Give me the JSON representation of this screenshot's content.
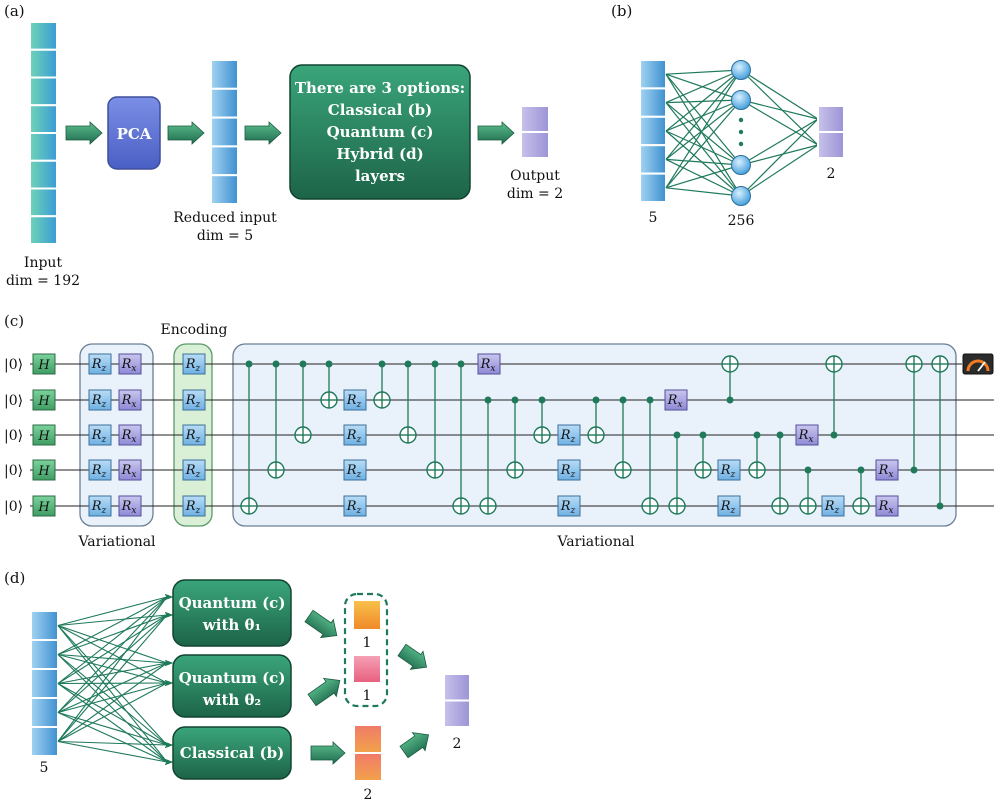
{
  "panel_a": {
    "tag": "(a)",
    "input_label_1": "Input",
    "input_label_2": "dim = 192",
    "pca_label": "PCA",
    "reduced_label_1": "Reduced input",
    "reduced_label_2": "dim = 5",
    "options_lines": [
      "There are 3 options:",
      "Classical (b)",
      "Quantum (c)",
      "Hybrid (d)",
      "layers"
    ],
    "output_label_1": "Output",
    "output_label_2": "dim = 2"
  },
  "panel_b": {
    "tag": "(b)",
    "input_size": "5",
    "hidden_size": "256",
    "output_size": "2"
  },
  "panel_c": {
    "tag": "(c)",
    "ket": "|0⟩",
    "h_gate": "H",
    "rz_gate": "Rz",
    "rx_gate": "Rx",
    "encoding_label": "Encoding",
    "variational_label_left": "Variational",
    "variational_label_right": "Variational"
  },
  "panel_d": {
    "tag": "(d)",
    "input_size": "5",
    "quantum1_line1": "Quantum (c)",
    "quantum1_line2": "with θ₁",
    "quantum2_line1": "Quantum (c)",
    "quantum2_line2": "with θ₂",
    "classical_label": "Classical (b)",
    "q_out1": "1",
    "q_out2": "1",
    "c_out": "2",
    "final_out": "2"
  },
  "colors": {
    "green_dark": "#1f6b4e",
    "green_box": "#2a8a63",
    "blue_gate": "#8fc3ea",
    "purple_gate": "#a7a3df",
    "pca_blue": "#5a6fd0",
    "panel_bg": "#e9f1fb",
    "panel_border": "#6a7f95",
    "encoding_bg": "#d9f0d6"
  }
}
